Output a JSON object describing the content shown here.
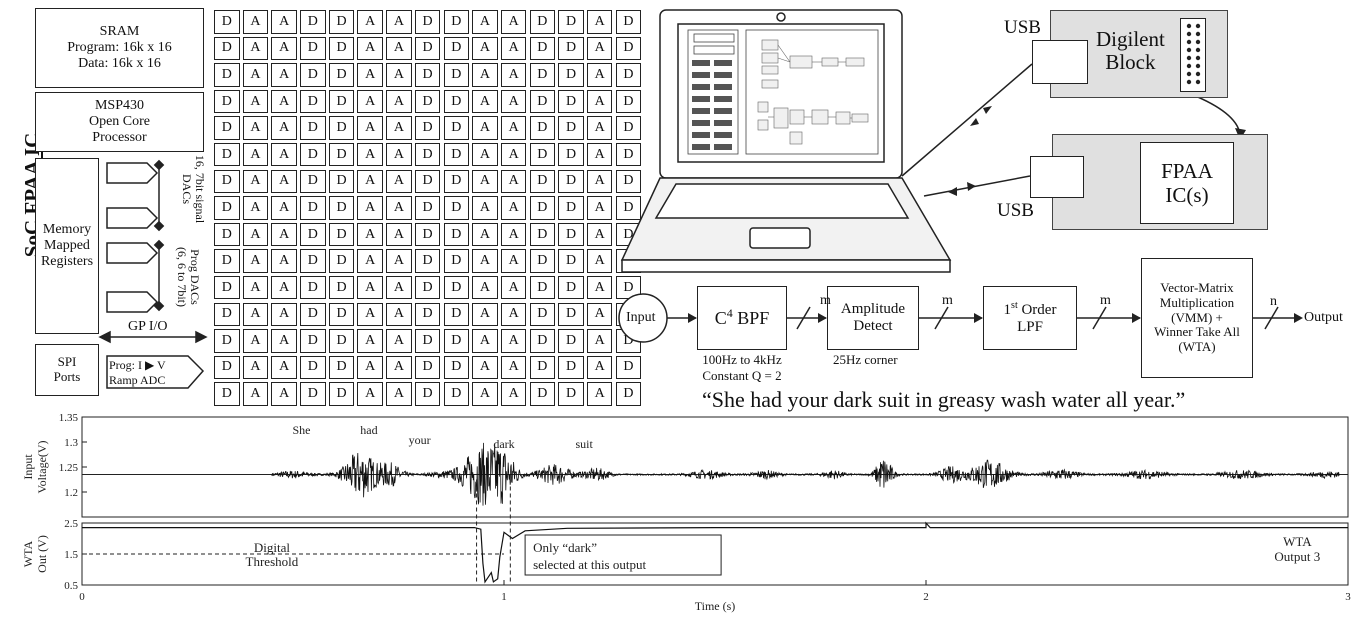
{
  "soc": {
    "title": "SoC FPAA IC",
    "sram": {
      "title": "SRAM",
      "program": "Program: 16k x 16",
      "data": "Data: 16k x 16"
    },
    "processor": {
      "line1": "MSP430",
      "line2": "Open Core",
      "line3": "Processor"
    },
    "registers": {
      "line1": "Memory",
      "line2": "Mapped",
      "line3": "Registers"
    },
    "signal_dacs": {
      "line1": "16, 7bit signal",
      "line2": "DACs"
    },
    "prog_dacs": {
      "line1": "Prog DACs",
      "line2": "(6, 6 to 7bit)"
    },
    "gpio": "GP I/O",
    "spi": {
      "line1": "SPI",
      "line2": "Ports"
    },
    "adc": {
      "line1a": "Prog: I",
      "line1b": "V",
      "line2": "Ramp ADC"
    },
    "cell_grid": {
      "row_pattern": [
        "D",
        "A",
        "A",
        "D",
        "D",
        "A",
        "A",
        "D",
        "D",
        "A",
        "A",
        "D",
        "D",
        "A",
        "D"
      ],
      "rows": 15
    }
  },
  "setup": {
    "usb_top": "USB",
    "usb_bottom": "USB",
    "digilent": {
      "line1": "Digilent",
      "line2": "Block"
    },
    "fpaa": {
      "line1": "FPAA",
      "line2": "IC(s)"
    }
  },
  "pipeline": {
    "input": "Input",
    "bpf": {
      "main": "C",
      "sup": "4",
      "rest": " BPF",
      "note1": "100Hz to 4kHz",
      "note2": "Constant Q = 2"
    },
    "amp": {
      "line1": "Amplitude",
      "line2": "Detect",
      "note": "25Hz corner"
    },
    "lpf": {
      "line1a": "1",
      "line1sup": "st",
      "line1b": " Order",
      "line2": "LPF"
    },
    "vmm": {
      "line1": "Vector-Matrix",
      "line2": "Multiplication",
      "line3": "(VMM) +",
      "line4": "Winner Take All",
      "line5": "(WTA)"
    },
    "bus_m1": "m",
    "bus_m2": "m",
    "bus_m3": "m",
    "bus_n": "n",
    "output": "Output"
  },
  "sentence": "“She had your dark suit in greasy wash water all year.”",
  "chart_data": [
    {
      "type": "line",
      "title": "",
      "ylabel": "Input Voltage(V)",
      "xlabel": "",
      "xlim": [
        0,
        3
      ],
      "ylim": [
        1.15,
        1.35
      ],
      "y_ticks": [
        "1.35",
        "1.3",
        "1.25",
        "1.2"
      ],
      "annotations": [
        "She",
        "had",
        "your",
        "dark",
        "suit"
      ],
      "baseline": 1.235
    },
    {
      "type": "line",
      "title": "",
      "ylabel": "WTA Out (V)",
      "xlabel": "Time (s)",
      "xlim": [
        0,
        3
      ],
      "ylim": [
        0.5,
        2.5
      ],
      "y_ticks": [
        "2.5",
        "1.5",
        "0.5"
      ],
      "x_ticks": [
        "0",
        "1",
        "2",
        "3"
      ],
      "threshold": 1.5,
      "threshold_label1": "Digital",
      "threshold_label2": "Threshold",
      "callout1": "Only “dark”",
      "callout2": "selected at this output",
      "output_label1": "WTA",
      "output_label2": "Output 3"
    }
  ]
}
